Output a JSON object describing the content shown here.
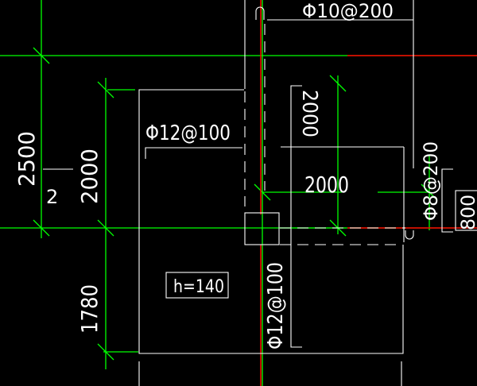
{
  "colors": {
    "background": "#000000",
    "axis_green": "#00ff00",
    "rebar_red": "#ff0000",
    "outline_white": "#ffffff"
  },
  "labels": {
    "top_rebar": "Φ10@200",
    "rebar_horizontal": "Φ12@100",
    "rebar_vertical": "Φ12@100",
    "rebar_right": "Φ8@200",
    "dim_2500": "2500",
    "dim_2000_left": "2000",
    "dim_2000_mid_vertical": "2000",
    "dim_2000_mid_horizontal": "2000",
    "dim_1780": "1780",
    "dim_800": "800",
    "grid_marker": "2",
    "slab_thickness": "h=140"
  }
}
